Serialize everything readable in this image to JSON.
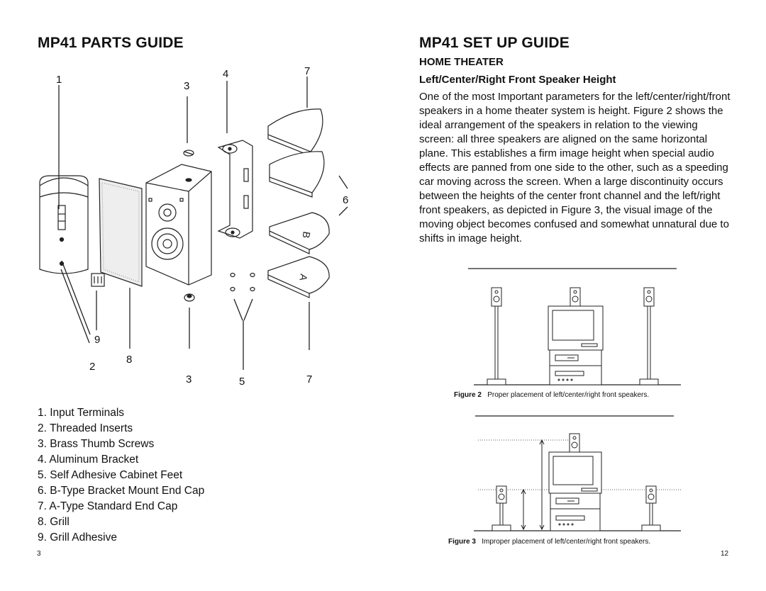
{
  "left": {
    "title": "MP41 PARTS GUIDE",
    "callouts": {
      "c1": "1",
      "c2": "2",
      "c3a": "3",
      "c3b": "3",
      "c4": "4",
      "c5": "5",
      "c6": "6",
      "c7a": "7",
      "c7b": "7",
      "c8": "8",
      "c9": "9"
    },
    "parts": [
      "1. Input Terminals",
      "2. Threaded Inserts",
      "3. Brass Thumb Screws",
      "4. Aluminum Bracket",
      "5. Self Adhesive Cabinet Feet",
      "6. B-Type Bracket Mount End Cap",
      "7. A-Type Standard End Cap",
      "8. Grill",
      "9. Grill Adhesive"
    ],
    "page_number": "3"
  },
  "right": {
    "title": "MP41 SET UP GUIDE",
    "section": "HOME THEATER",
    "subsection": "Left/Center/Right Front Speaker Height",
    "body": "One of the most Important parameters for the left/center/right/front speakers in a home theater system is height. Figure 2 shows the ideal arrangement of the speakers in relation to the viewing screen: all three speakers are aligned on the same horizontal plane. This establishes a firm image height when special audio effects are panned from one side to the other, such as a speeding car moving across the screen. When a large discontinuity occurs between the heights of the center front channel and the left/right front speakers, as depicted in Figure 3, the visual image of the moving object becomes confused and somewhat unnatural due to shifts in image height.",
    "figure2": {
      "label": "Figure 2",
      "caption": "Proper placement of left/center/right front speakers."
    },
    "figure3": {
      "label": "Figure 3",
      "caption": "Improper placement of left/center/right front speakers."
    },
    "page_number": "12"
  }
}
